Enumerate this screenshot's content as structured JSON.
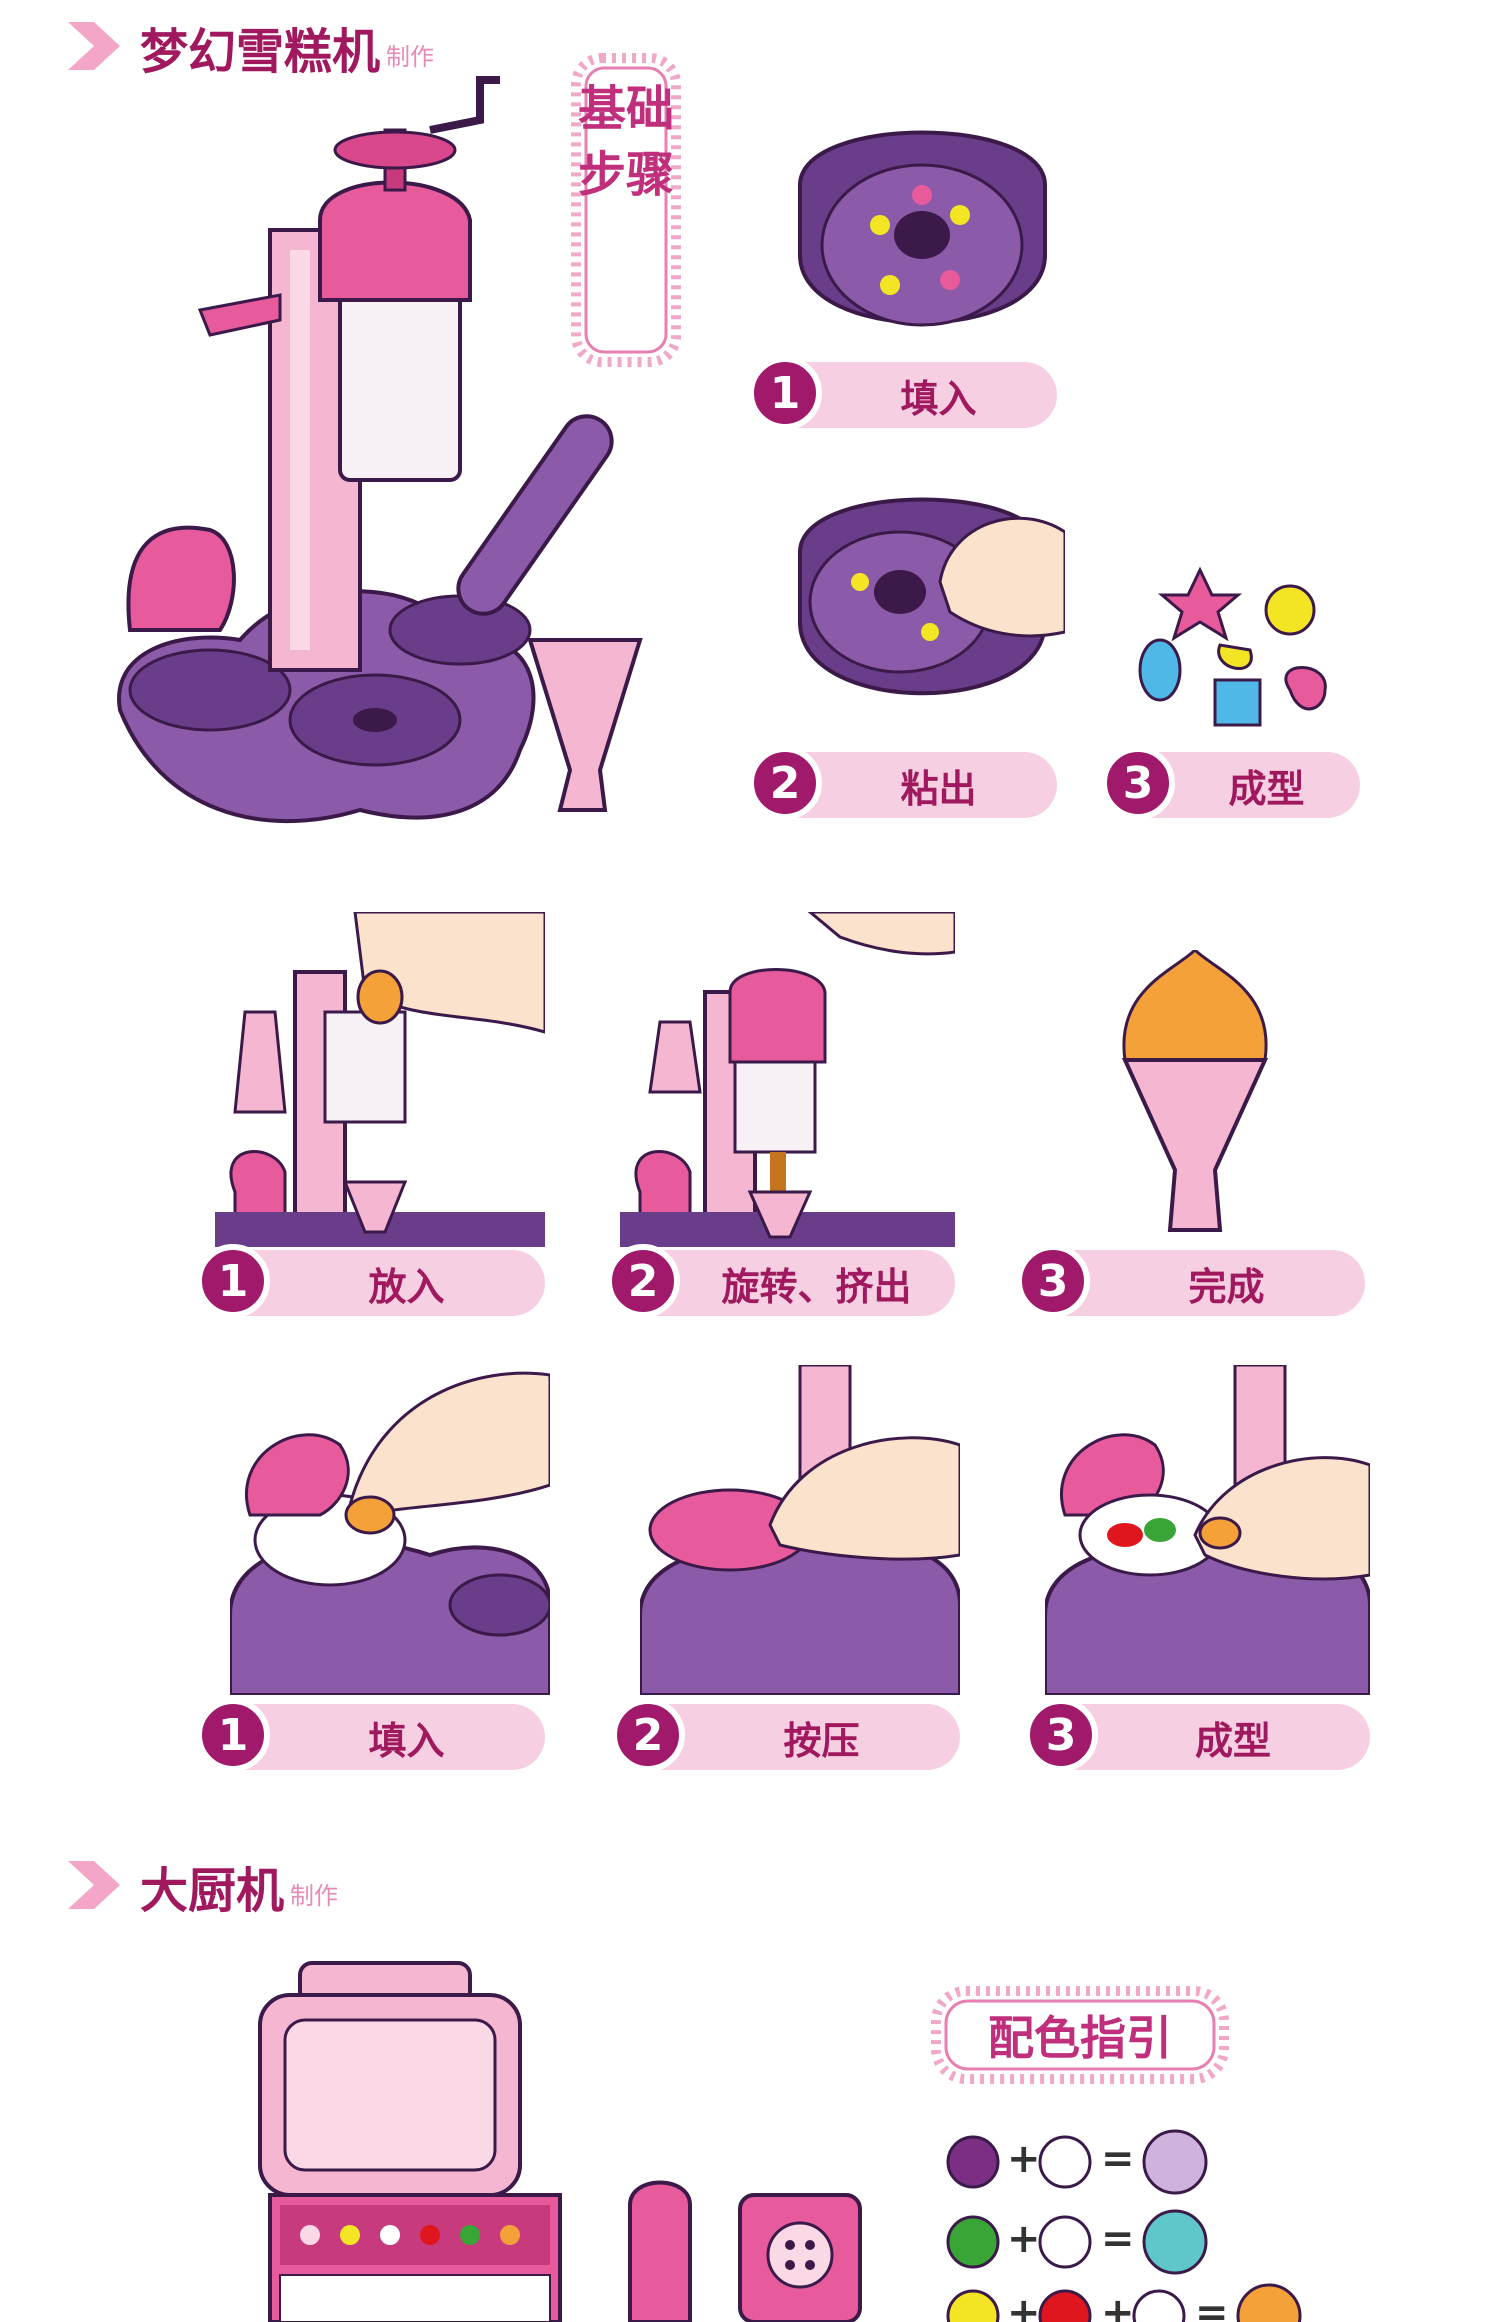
{
  "section1": {
    "title": "梦幻雪糕机",
    "subtitle": "制作"
  },
  "section2": {
    "title": "大厨机",
    "subtitle": "制作"
  },
  "basic_steps_tag": "基础步骤",
  "color_guide_tag": "配色指引",
  "row1": [
    {
      "num": "1",
      "label": "填入"
    },
    {
      "num": "2",
      "label": "粘出"
    },
    {
      "num": "3",
      "label": "成型"
    }
  ],
  "row2": [
    {
      "num": "1",
      "label": "放入"
    },
    {
      "num": "2",
      "label": "旋转、挤出"
    },
    {
      "num": "3",
      "label": "完成"
    }
  ],
  "row3": [
    {
      "num": "1",
      "label": "填入"
    },
    {
      "num": "2",
      "label": "按压"
    },
    {
      "num": "3",
      "label": "成型"
    }
  ],
  "color_guide": {
    "plus": "+",
    "equals": "=",
    "rows": [
      {
        "inputs": [
          "#7a2e84",
          "#ffffff"
        ],
        "result": "#cfb3dd"
      },
      {
        "inputs": [
          "#3aa537",
          "#ffffff"
        ],
        "result": "#5fc6c9"
      },
      {
        "inputs": [
          "#f3e523",
          "#e0161e",
          "#ffffff"
        ],
        "result": "#f4a13a"
      }
    ]
  },
  "colors": {
    "accent": "#a0195e",
    "pill": "#f6d0e2",
    "purple": "#8b5aa8",
    "pink": "#e75a9c"
  }
}
